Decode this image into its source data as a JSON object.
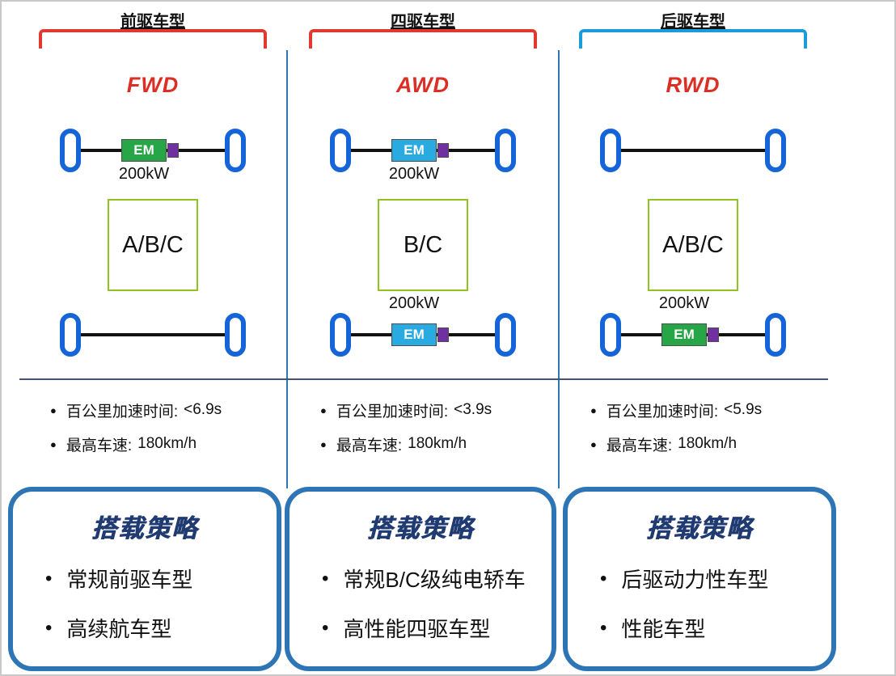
{
  "colors": {
    "bracket_red": "#e0392f",
    "bracket_blue": "#1b9cd8",
    "drive_label_red": "#d92f25",
    "wheel_blue": "#1565d8",
    "motor_green": "#26a647",
    "motor_blue": "#29abe2",
    "connector_purple": "#7030a0",
    "class_box_green": "#8fc320",
    "divider_blue": "#2e75b6",
    "strategy_border_blue": "#2e75b6",
    "strategy_title_navy": "#203a72"
  },
  "glyphs": {
    "spec_bullet": "●",
    "strategy_bullet": "•"
  },
  "columns": [
    {
      "bracket_label": "前驱车型",
      "drive_label": "FWD",
      "front_motor": {
        "label": "EM",
        "power": "200kW"
      },
      "class_label": "A/B/C",
      "specs": [
        {
          "label": "百公里加速时间:",
          "value": "<6.9s"
        },
        {
          "label": "最高车速:",
          "value": "180km/h"
        }
      ],
      "strategy": {
        "title": "搭载策略",
        "items": [
          "常规前驱车型",
          "高续航车型"
        ]
      }
    },
    {
      "bracket_label": "四驱车型",
      "drive_label": "AWD",
      "front_motor": {
        "label": "EM",
        "power": "200kW"
      },
      "rear_motor": {
        "label": "EM",
        "power": "200kW"
      },
      "class_label": "B/C",
      "specs": [
        {
          "label": "百公里加速时间:",
          "value": "<3.9s"
        },
        {
          "label": "最高车速:",
          "value": "180km/h"
        }
      ],
      "strategy": {
        "title": "搭载策略",
        "items": [
          "常规B/C级纯电轿车",
          "高性能四驱车型"
        ]
      }
    },
    {
      "bracket_label": "后驱车型",
      "drive_label": "RWD",
      "rear_motor": {
        "label": "EM",
        "power": "200kW"
      },
      "class_label": "A/B/C",
      "specs": [
        {
          "label": "百公里加速时间:",
          "value": "<5.9s"
        },
        {
          "label": "最高车速:",
          "value": "180km/h"
        }
      ],
      "strategy": {
        "title": "搭载策略",
        "items": [
          "后驱动力性车型",
          "性能车型"
        ]
      }
    }
  ]
}
